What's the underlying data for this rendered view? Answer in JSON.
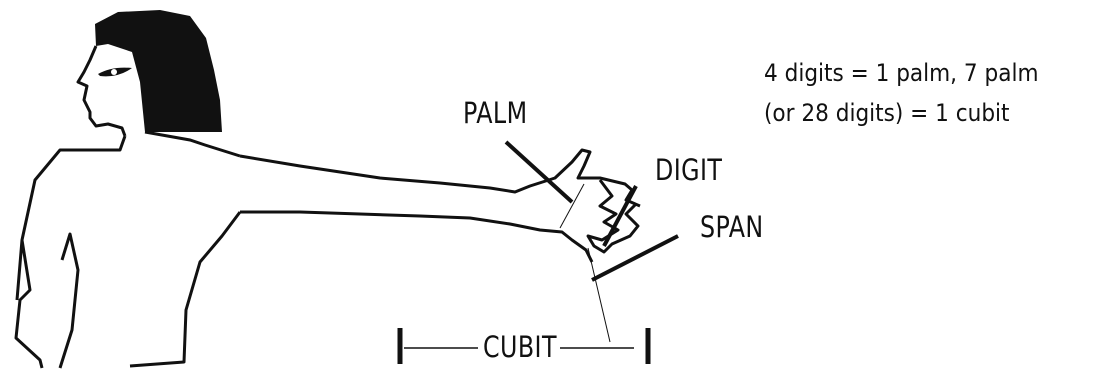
{
  "labels": {
    "palm": "PALM",
    "digit": "DIGIT",
    "span": "SPAN",
    "cubit": "CUBIT"
  },
  "note": {
    "line1": "4 digits = 1 palm, 7 palm",
    "line2": "(or 28 digits) = 1 cubit"
  },
  "colors": {
    "ink": "#111111",
    "background": "#ffffff"
  }
}
